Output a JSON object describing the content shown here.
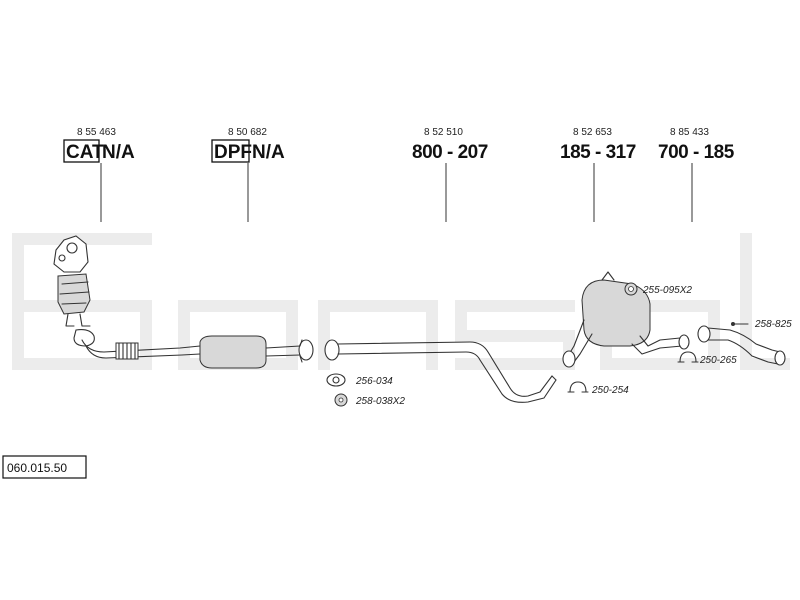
{
  "catalog_number": "060.015.50",
  "parts": [
    {
      "ref": "8 55 463",
      "tag": "CAT",
      "value": "N/A"
    },
    {
      "ref": "8 50 682",
      "tag": "DPF",
      "value": "N/A"
    },
    {
      "ref": "8 52 510",
      "value": "800 - 207"
    },
    {
      "ref": "8 52 653",
      "value": "185 - 317"
    },
    {
      "ref": "8 85 433",
      "value": "700 - 185"
    }
  ],
  "fittings": [
    {
      "code": "256-034",
      "icon": "gasket-icon"
    },
    {
      "code": "258-038X2",
      "icon": "nut-icon"
    },
    {
      "code": "255-095X2",
      "icon": "rubber-mount-icon"
    },
    {
      "code": "250-254",
      "icon": "clamp-icon"
    },
    {
      "code": "250-265",
      "icon": "clamp-icon"
    },
    {
      "code": "258-825",
      "icon": "bolt-icon"
    }
  ],
  "colors": {
    "watermark": "#ececec",
    "line": "#333333",
    "shade": "#d8d8d8"
  }
}
